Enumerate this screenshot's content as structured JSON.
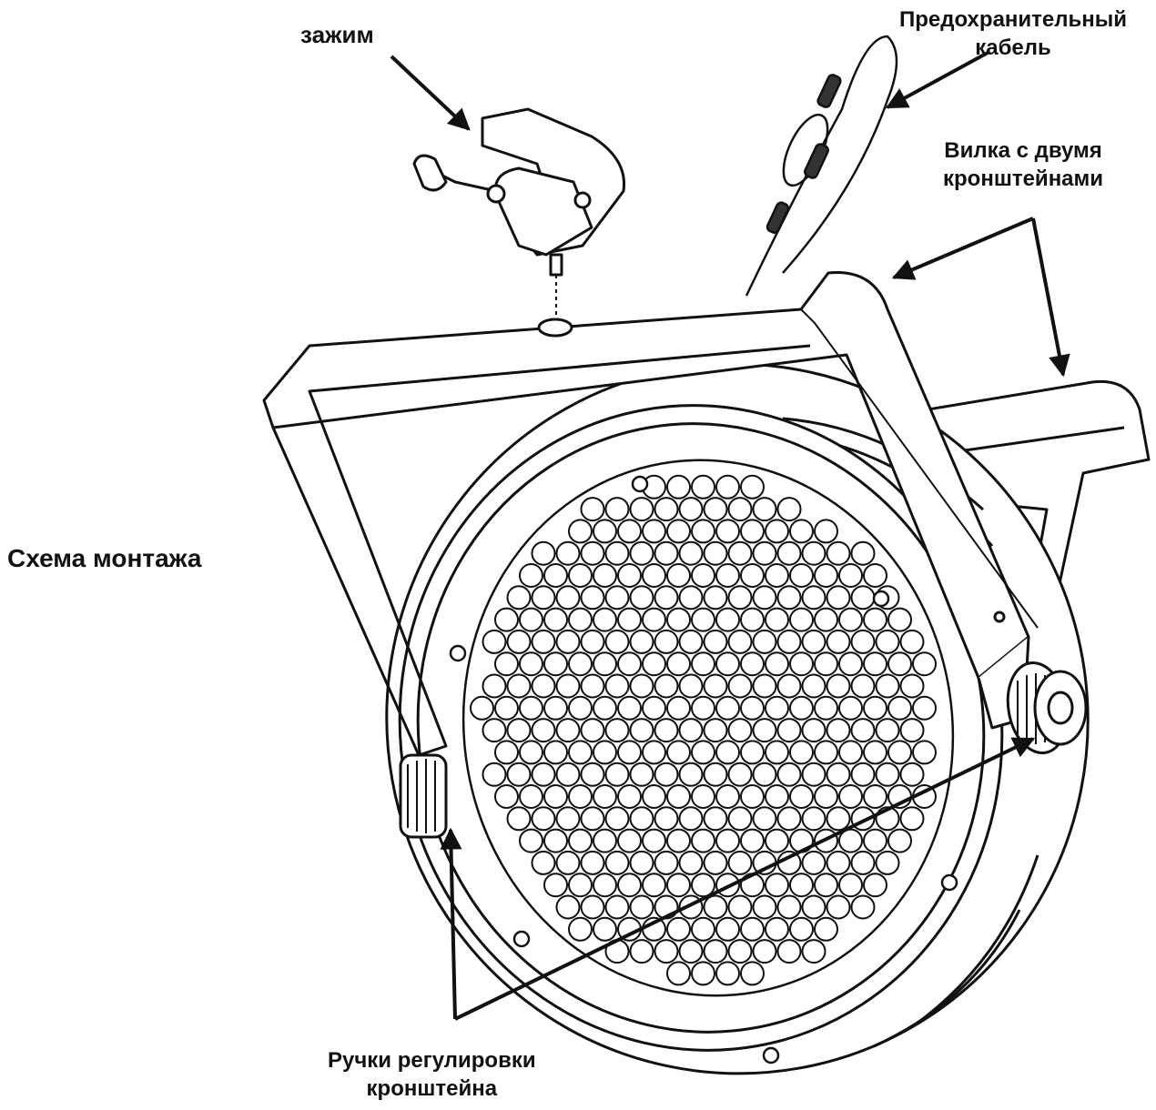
{
  "labels": {
    "clamp": "зажим",
    "safety_cable": [
      "Предохранительный",
      "кабель"
    ],
    "yoke": [
      "Вилка с двумя",
      "кронштейнами"
    ],
    "knobs": [
      "Ручки регулировки",
      "кронштейна"
    ],
    "title": "Схема монтажа"
  },
  "colors": {
    "line": "#111111",
    "background": "#ffffff"
  }
}
